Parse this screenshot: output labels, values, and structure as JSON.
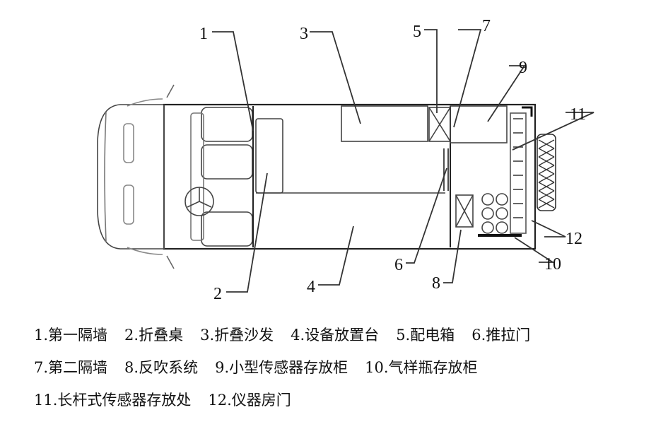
{
  "callouts": [
    "1",
    "2",
    "3",
    "4",
    "5",
    "6",
    "7",
    "8",
    "9",
    "10",
    "11",
    "12"
  ],
  "legend": {
    "rows": [
      [
        "1.第一隔墙",
        "2.折叠桌",
        "3.折叠沙发",
        "4.设备放置台",
        "5.配电箱",
        "6.推拉门"
      ],
      [
        "7.第二隔墙",
        "8.反吹系统",
        "9.小型传感器存放柜",
        "10.气样瓶存放柜"
      ],
      [
        "11.长杆式传感器存放处",
        "12.仪器房门"
      ]
    ]
  }
}
